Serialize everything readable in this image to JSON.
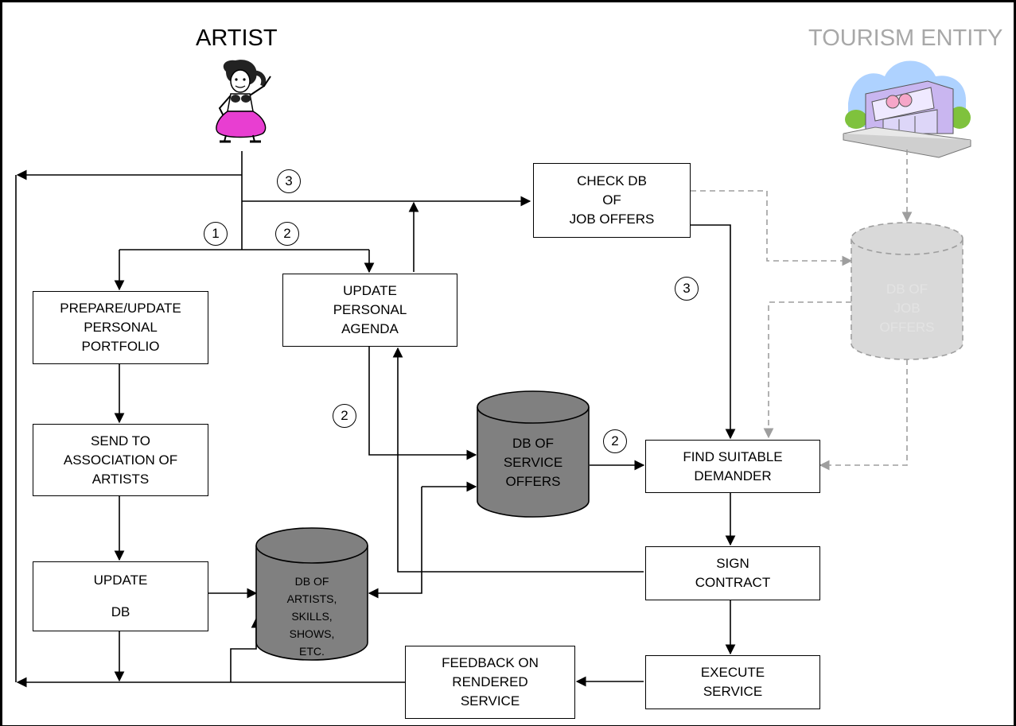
{
  "actors": {
    "artist": "ARTIST",
    "tourism": "TOURISM ENTITY"
  },
  "boxes": {
    "check_db": [
      "CHECK DB",
      "OF",
      "JOB OFFERS"
    ],
    "update_agenda": [
      "UPDATE",
      "PERSONAL",
      "AGENDA"
    ],
    "prepare_portfolio": [
      "PREPARE/UPDATE",
      "PERSONAL",
      "PORTFOLIO"
    ],
    "send_association": [
      "SEND TO",
      "ASSOCIATION OF",
      "ARTISTS"
    ],
    "update_db": [
      "UPDATE",
      "DB"
    ],
    "find_demander": [
      "FIND SUITABLE",
      "DEMANDER"
    ],
    "sign_contract": [
      "SIGN",
      "CONTRACT"
    ],
    "execute_service": [
      "EXECUTE",
      "SERVICE"
    ],
    "feedback": [
      "FEEDBACK ON",
      "RENDERED",
      "SERVICE"
    ]
  },
  "databases": {
    "job_offers": [
      "DB OF",
      "JOB",
      "OFFERS"
    ],
    "service_offers": [
      "DB OF",
      "SERVICE",
      "OFFERS"
    ],
    "artists": [
      "DB OF",
      "ARTISTS,",
      "SKILLS,",
      "SHOWS,",
      "ETC."
    ]
  },
  "step_markers": [
    "3",
    "1",
    "2",
    "3",
    "2",
    "2"
  ],
  "colors": {
    "line": "#000000",
    "dashed_line": "#9e9e9e",
    "db_fill": "#808080",
    "db_gray_fill": "#d9d9d9",
    "tourism_title": "#a8a8a8"
  }
}
